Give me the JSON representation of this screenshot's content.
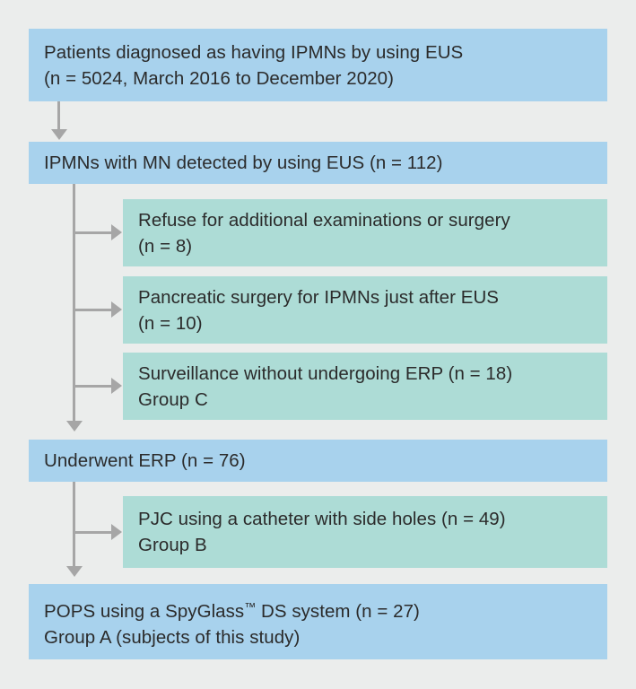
{
  "diagram": {
    "title": "IPMN patient selection flowchart",
    "colors": {
      "background": "#ebedec",
      "primary_box": "#a8d2ed",
      "secondary_box": "#addcd6",
      "connector": "#a6a6a6",
      "text": "#2b2b2b"
    },
    "nodes": [
      {
        "id": "enrolled",
        "type": "primary",
        "lines": [
          "Patients diagnosed as having IPMNs by using EUS",
          "(n = 5024, March 2016 to December 2020)"
        ],
        "count": 5024,
        "period": "March 2016 to December 2020"
      },
      {
        "id": "ipmn-mn-detected",
        "type": "primary",
        "lines": [
          "IPMNs with MN detected by using EUS (n = 112)"
        ],
        "count": 112
      },
      {
        "id": "refused",
        "type": "secondary",
        "lines": [
          "Refuse for additional examinations or surgery",
          "(n = 8)"
        ],
        "count": 8
      },
      {
        "id": "pancreatic-surgery",
        "type": "secondary",
        "lines": [
          "Pancreatic surgery for IPMNs just after EUS",
          "(n = 10)"
        ],
        "count": 10
      },
      {
        "id": "surveillance-group-c",
        "type": "secondary",
        "lines": [
          "Surveillance without undergoing ERP (n = 18)",
          "Group C"
        ],
        "count": 18,
        "group": "Group C"
      },
      {
        "id": "underwent-erp",
        "type": "primary",
        "lines": [
          "Underwent ERP (n = 76)"
        ],
        "count": 76
      },
      {
        "id": "pjc-group-b",
        "type": "secondary",
        "lines": [
          "PJC using a catheter with side holes (n = 49)",
          "Group B"
        ],
        "count": 49,
        "group": "Group B"
      },
      {
        "id": "pops-group-a",
        "type": "primary",
        "lines_html": [
          "POPS using a SpyGlass<tm> DS system (n = 27)",
          "Group A (subjects of this study)"
        ],
        "lines": [
          "POPS using a SpyGlass™ DS system (n = 27)",
          "Group A (subjects of this study)"
        ],
        "count": 27,
        "group": "Group A"
      }
    ],
    "connectors": [
      {
        "id": "enrolled-to-detected",
        "kind": "down-arrow"
      },
      {
        "id": "detected-trunk",
        "kind": "vertical-trunk"
      },
      {
        "id": "branch-refused",
        "kind": "right-arrow"
      },
      {
        "id": "branch-surgery",
        "kind": "right-arrow"
      },
      {
        "id": "branch-surveillance",
        "kind": "right-arrow"
      },
      {
        "id": "trunk-to-erp",
        "kind": "down-arrow"
      },
      {
        "id": "erp-trunk",
        "kind": "vertical-trunk"
      },
      {
        "id": "branch-pjc",
        "kind": "right-arrow"
      },
      {
        "id": "trunk-to-pops",
        "kind": "down-arrow"
      }
    ]
  }
}
